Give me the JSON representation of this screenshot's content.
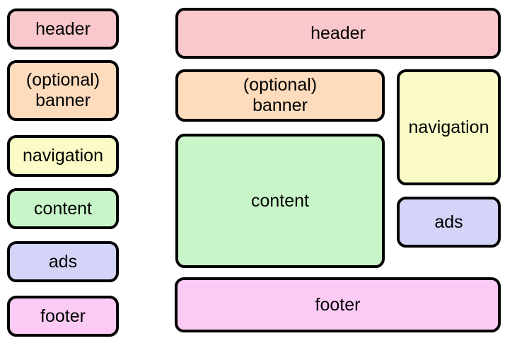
{
  "colors": {
    "header": "#f9c8cc",
    "banner": "#fcdcbd",
    "navigation": "#fbfbc7",
    "content": "#c9f6c9",
    "ads": "#d4d3f8",
    "footer": "#fccbf5",
    "border": "#000000",
    "text": "#000000",
    "background": "#ffffff"
  },
  "left_stack": {
    "header": "header",
    "banner_line1": "(optional)",
    "banner_line2": "banner",
    "navigation": "navigation",
    "content": "content",
    "ads": "ads",
    "footer": "footer"
  },
  "right_layout": {
    "header": "header",
    "banner_line1": "(optional)",
    "banner_line2": "banner",
    "navigation": "navigation",
    "content": "content",
    "ads": "ads",
    "footer": "footer"
  }
}
